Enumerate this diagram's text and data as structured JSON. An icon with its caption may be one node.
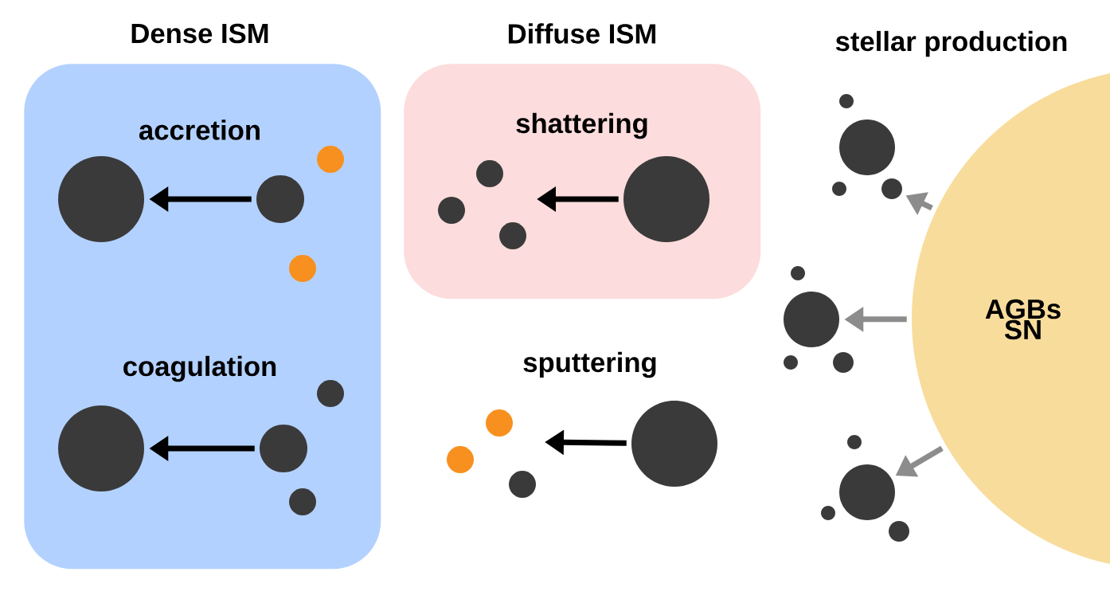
{
  "diagram": {
    "nodes": [
      {
        "text": [
          "Dense ISM",
          "accretion",
          "coagulation"
        ]
      },
      {
        "text": [
          "Diffuse ISM",
          "shattering"
        ]
      },
      {
        "text": [
          "AGBs SN"
        ]
      },
      {
        "text": [],
        "shape": "circle",
        "in": 0
      },
      {
        "text": [],
        "shape": "circle",
        "in": 0
      },
      {
        "text": [],
        "shape": "circle",
        "in": 0
      },
      {
        "text": [],
        "shape": "circle",
        "in": 0
      },
      {
        "text": [],
        "shape": "circle",
        "in": 1
      },
      {
        "text": [],
        "shape": "circle"
      },
      {
        "text": [],
        "shape": "circle"
      },
      {
        "text": [],
        "shape": "circle"
      },
      {
        "text": [],
        "shape": "circle"
      },
      {
        "text": [],
        "shape": "circle"
      },
      {
        "text": [],
        "shape": "circle"
      },
      {
        "text": [],
        "shape": "circle"
      }
    ],
    "edges": [
      {
        "from": 4,
        "to": 3,
        "arrow": "to"
      },
      {
        "from": 6,
        "to": 5,
        "arrow": "to"
      },
      {
        "from": 7,
        "to": null,
        "arrow": "to"
      },
      {
        "from": 8,
        "to": null,
        "arrow": "to"
      },
      {
        "from": 2,
        "to": 9,
        "arrow": "to",
        "color": "#8c8c8c"
      },
      {
        "from": 2,
        "to": 10,
        "arrow": "to",
        "color": "#8c8c8c"
      },
      {
        "from": 2,
        "to": 11,
        "arrow": "to",
        "color": "#8c8c8c"
      }
    ],
    "labels": [
      "stellar production",
      "sputtering"
    ]
  }
}
